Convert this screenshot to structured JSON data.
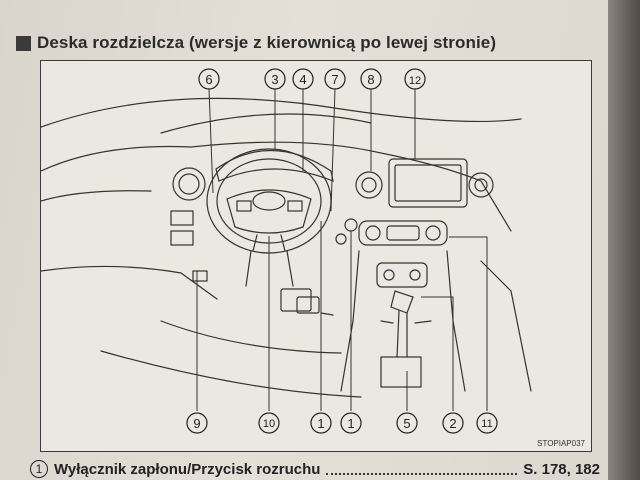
{
  "heading": {
    "title": "Deska rozdzielcza (wersje z kierownicą po lewej stronie)"
  },
  "figure": {
    "code": "STOPIAP037",
    "top_callouts": [
      "6",
      "3",
      "4",
      "7",
      "8",
      "12"
    ],
    "bottom_callouts": [
      "9",
      "10",
      "1",
      "1",
      "5",
      "2",
      "11"
    ]
  },
  "footer_item": {
    "number": "1",
    "label": "Wyłącznik zapłonu/Przycisk rozruchu",
    "pages": "S. 178, 182"
  }
}
